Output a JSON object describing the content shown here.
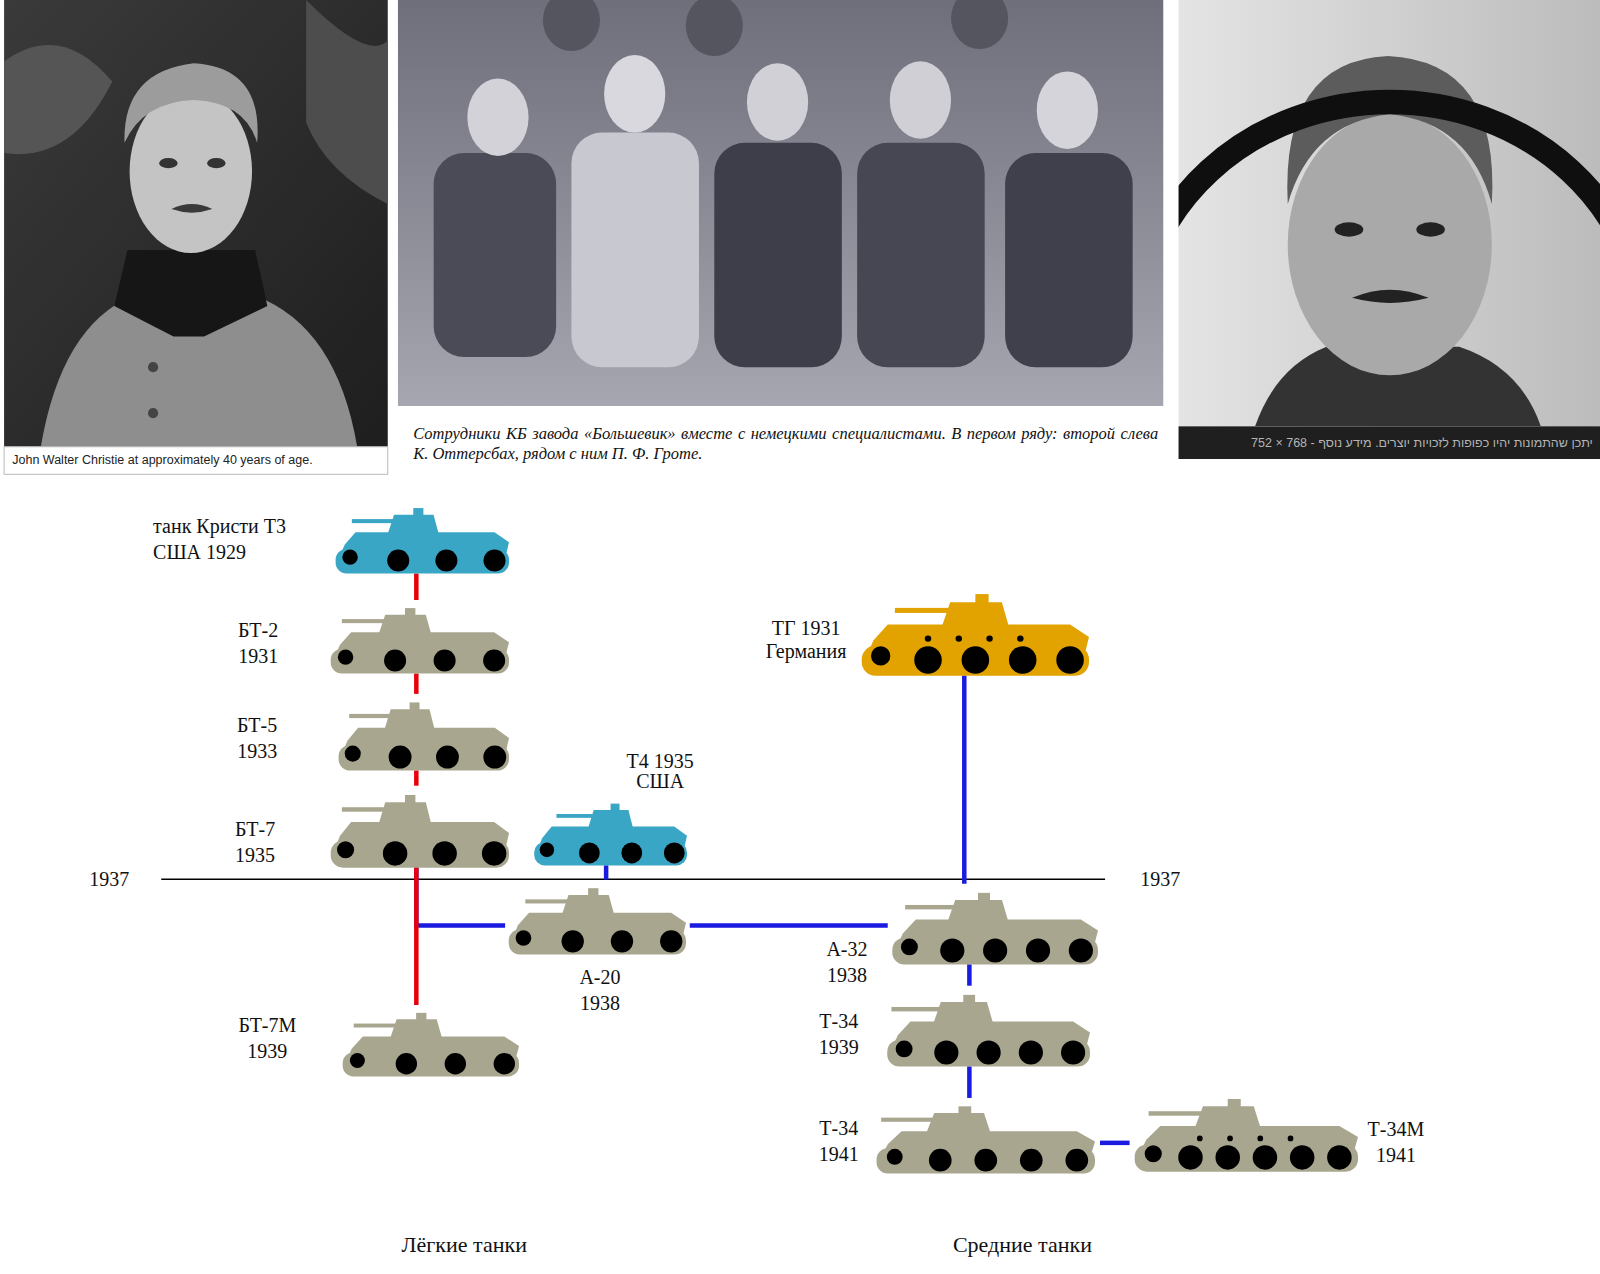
{
  "diagram": {
    "nodes": [
      {
        "text": [
          "танк Кристи Т3 США 1929"
        ]
      },
      {
        "text": [
          "БТ-2 1931"
        ]
      },
      {
        "text": [
          "ТГ 1931 Германия"
        ]
      },
      {
        "text": [
          "БТ-5 1933"
        ]
      },
      {
        "text": [
          "Т4 1935 США"
        ]
      },
      {
        "text": [
          "БТ-7 1935"
        ]
      },
      {
        "text": [
          "А-20 1938"
        ]
      },
      {
        "text": [
          "А-32 1938"
        ]
      },
      {
        "text": [
          "БТ-7М 1939"
        ]
      },
      {
        "text": [
          "Т-34 1939"
        ]
      },
      {
        "text": [
          "Т-34 1941"
        ]
      },
      {
        "text": [
          "Т-34М 1941"
        ]
      }
    ],
    "edges": [
      {
        "from": 0,
        "to": 1,
        "arrow": "none"
      },
      {
        "from": 1,
        "to": 3,
        "arrow": "none"
      },
      {
        "from": 3,
        "to": 5,
        "arrow": "none"
      },
      {
        "from": 5,
        "to": 8,
        "arrow": "none"
      },
      {
        "from": 5,
        "to": 6,
        "arrow": "none"
      },
      {
        "from": 4,
        "to": 6,
        "arrow": "none"
      },
      {
        "from": 6,
        "to": 7,
        "arrow": "none"
      },
      {
        "from": 2,
        "to": 7,
        "arrow": "none"
      },
      {
        "from": 7,
        "to": 9,
        "arrow": "none"
      },
      {
        "from": 9,
        "to": 10,
        "arrow": "none"
      },
      {
        "from": 10,
        "to": 11,
        "arrow": "none"
      }
    ],
    "labels": [
      "John Walter Christie at approximately 40 years of age.",
      "Сотрудники КБ завода «Большевик» вместе с немецкими специалистами. В первом ряду: второй слева К. Оттерсбах, рядом с ним П. Ф. Гроте.",
      "יתכן שהתמונות יהיו כפופות לזכויות יוצרים. מידע נוסף - 768 × 752",
      "1937",
      "1937",
      "Лёгкие танки",
      "Средние танки"
    ]
  }
}
